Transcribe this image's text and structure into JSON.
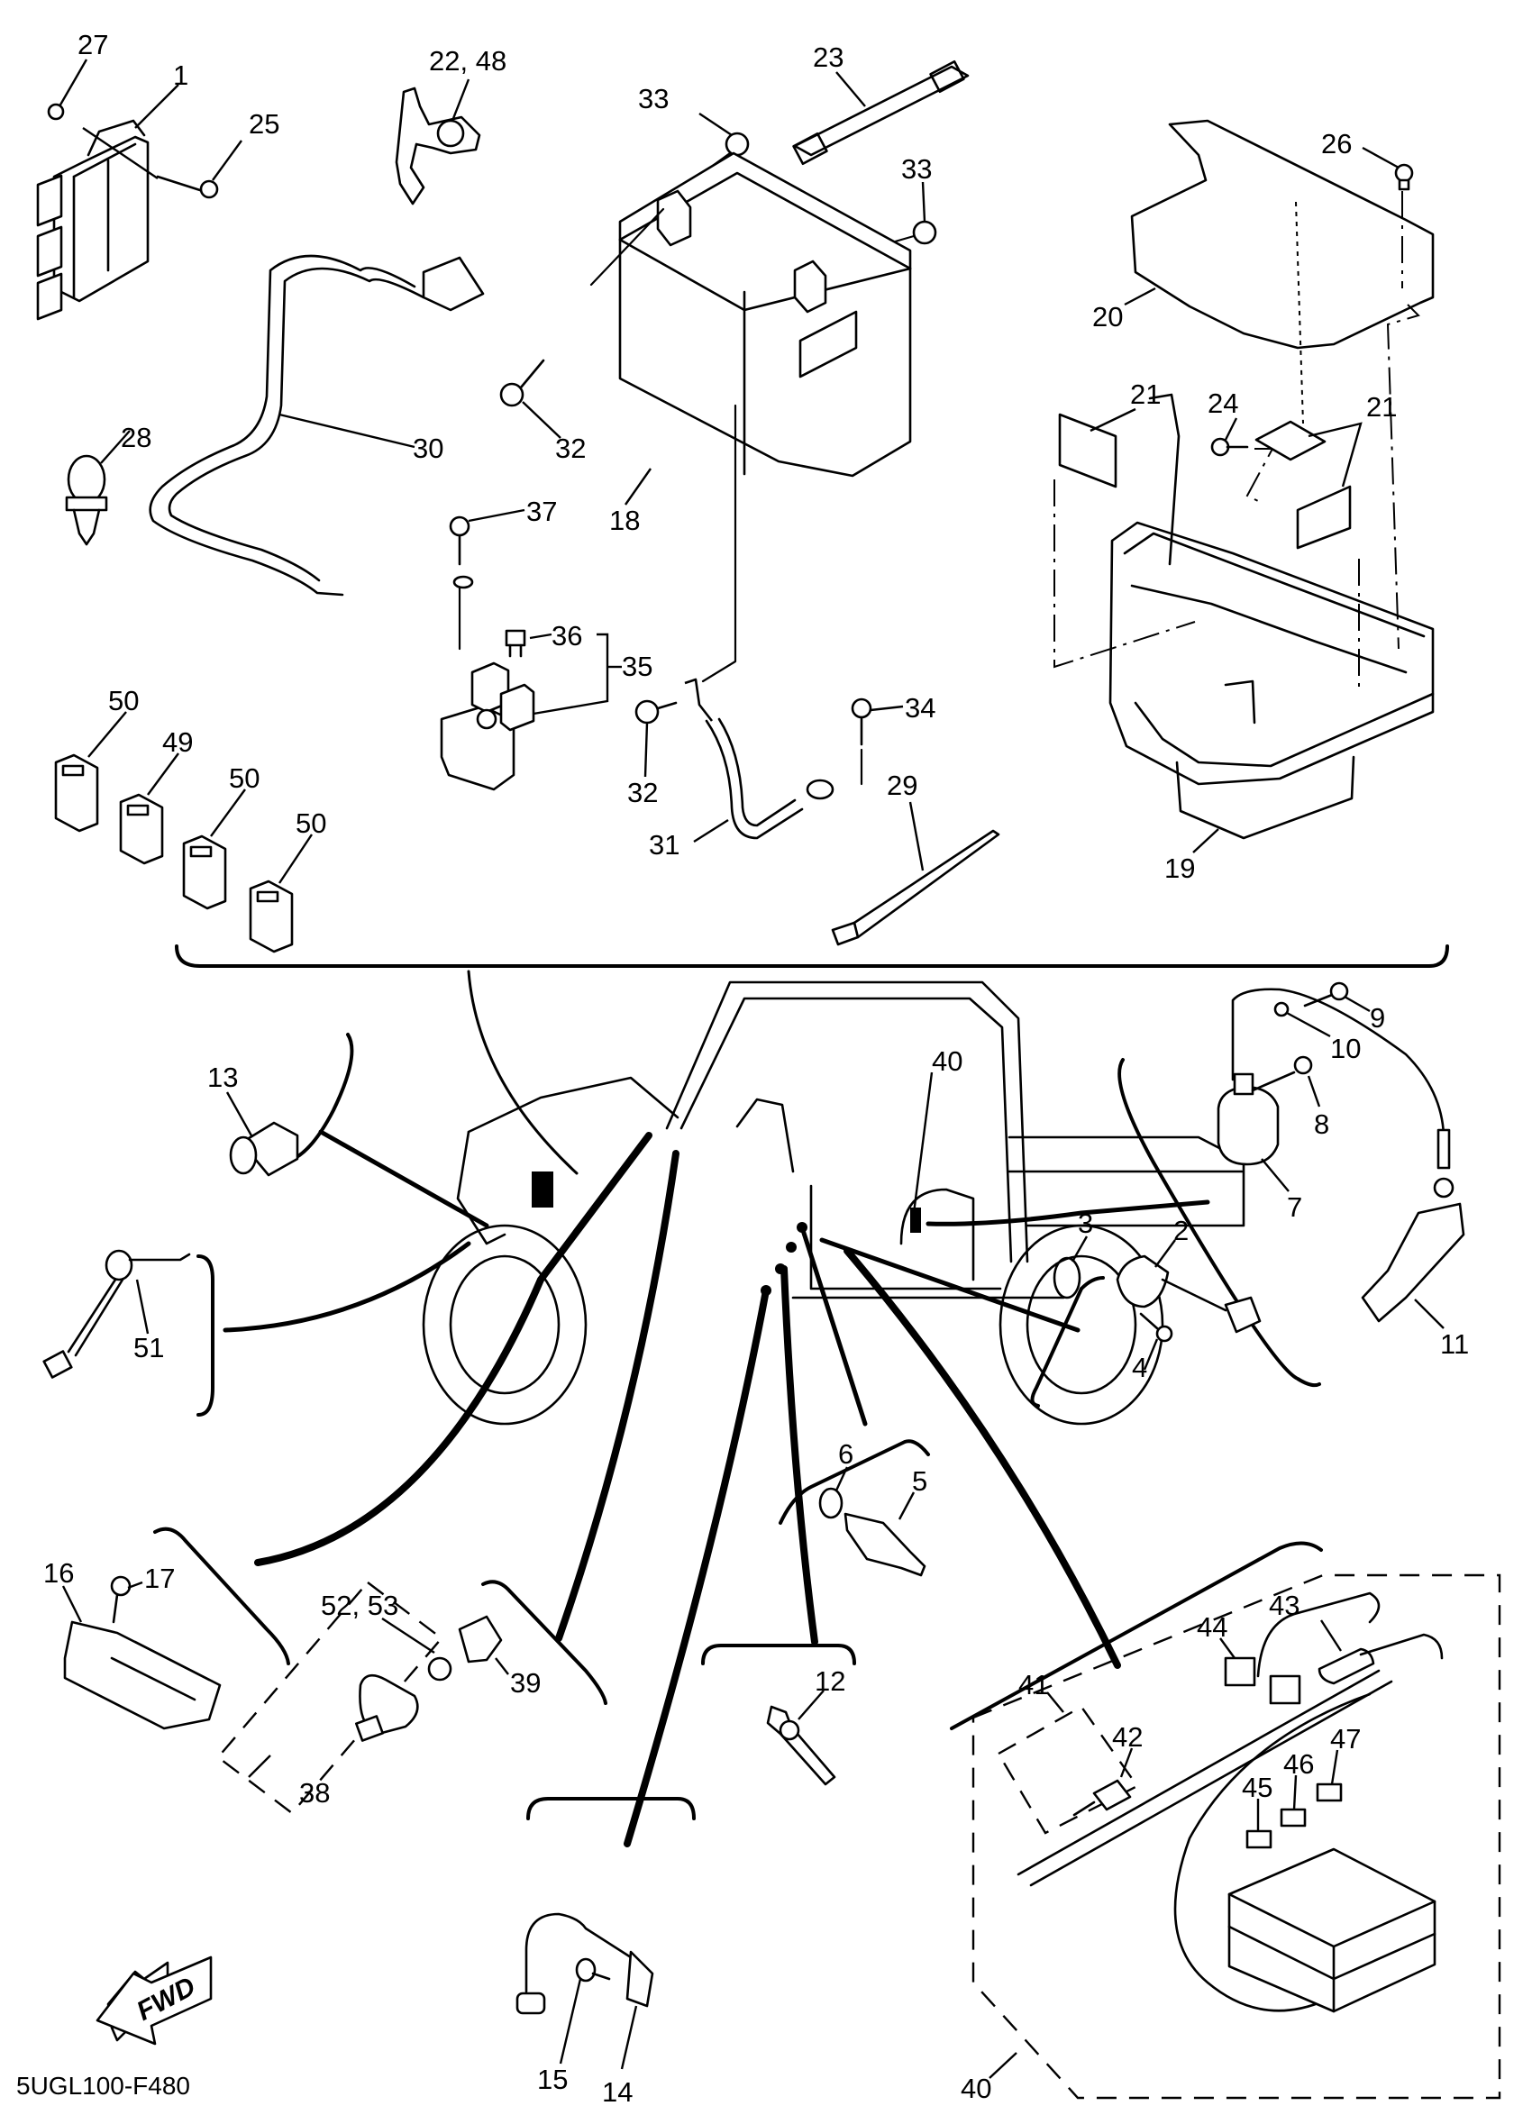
{
  "diagram": {
    "title": "Electrical parts exploded view",
    "part_code": "5UGL100-F480",
    "direction_indicator": {
      "icon": "fwd-arrow-icon",
      "label": "FWD"
    },
    "callouts": [
      {
        "id": "c1",
        "label": "1"
      },
      {
        "id": "c2",
        "label": "2"
      },
      {
        "id": "c3",
        "label": "3"
      },
      {
        "id": "c4",
        "label": "4"
      },
      {
        "id": "c5",
        "label": "5"
      },
      {
        "id": "c6",
        "label": "6"
      },
      {
        "id": "c7",
        "label": "7"
      },
      {
        "id": "c8",
        "label": "8"
      },
      {
        "id": "c9",
        "label": "9"
      },
      {
        "id": "c10",
        "label": "10"
      },
      {
        "id": "c11",
        "label": "11"
      },
      {
        "id": "c12",
        "label": "12"
      },
      {
        "id": "c13",
        "label": "13"
      },
      {
        "id": "c14",
        "label": "14"
      },
      {
        "id": "c15",
        "label": "15"
      },
      {
        "id": "c16",
        "label": "16"
      },
      {
        "id": "c17",
        "label": "17"
      },
      {
        "id": "c18",
        "label": "18"
      },
      {
        "id": "c19",
        "label": "19"
      },
      {
        "id": "c20",
        "label": "20"
      },
      {
        "id": "c21a",
        "label": "21"
      },
      {
        "id": "c21b",
        "label": "21"
      },
      {
        "id": "c2248",
        "label": "22, 48"
      },
      {
        "id": "c23",
        "label": "23"
      },
      {
        "id": "c24",
        "label": "24"
      },
      {
        "id": "c25",
        "label": "25"
      },
      {
        "id": "c26",
        "label": "26"
      },
      {
        "id": "c27",
        "label": "27"
      },
      {
        "id": "c28",
        "label": "28"
      },
      {
        "id": "c29",
        "label": "29"
      },
      {
        "id": "c30",
        "label": "30"
      },
      {
        "id": "c31",
        "label": "31"
      },
      {
        "id": "c32a",
        "label": "32"
      },
      {
        "id": "c32b",
        "label": "32"
      },
      {
        "id": "c33a",
        "label": "33"
      },
      {
        "id": "c33b",
        "label": "33"
      },
      {
        "id": "c34",
        "label": "34"
      },
      {
        "id": "c35",
        "label": "35"
      },
      {
        "id": "c36",
        "label": "36"
      },
      {
        "id": "c37",
        "label": "37"
      },
      {
        "id": "c38",
        "label": "38"
      },
      {
        "id": "c39",
        "label": "39"
      },
      {
        "id": "c40a",
        "label": "40"
      },
      {
        "id": "c40b",
        "label": "40"
      },
      {
        "id": "c41",
        "label": "41"
      },
      {
        "id": "c42",
        "label": "42"
      },
      {
        "id": "c43",
        "label": "43"
      },
      {
        "id": "c44",
        "label": "44"
      },
      {
        "id": "c45",
        "label": "45"
      },
      {
        "id": "c46",
        "label": "46"
      },
      {
        "id": "c47",
        "label": "47"
      },
      {
        "id": "c49",
        "label": "49"
      },
      {
        "id": "c50a",
        "label": "50"
      },
      {
        "id": "c50b",
        "label": "50"
      },
      {
        "id": "c50c",
        "label": "50"
      },
      {
        "id": "c51",
        "label": "51"
      },
      {
        "id": "c5253",
        "label": "52, 53"
      }
    ]
  }
}
